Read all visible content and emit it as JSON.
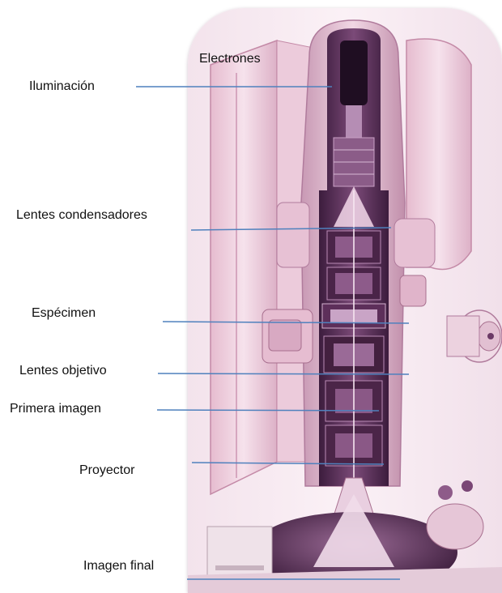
{
  "labels": {
    "electrones": "Electrones",
    "iluminacion": "Iluminación",
    "lentes_condensadores": "Lentes condensadores",
    "especimen": "Espécimen",
    "lentes_objetivo": "Lentes objetivo",
    "primera_imagen": "Primera imagen",
    "proyector": "Proyector",
    "imagen_final": "Imagen final"
  },
  "colors": {
    "leader_line": "#4f81bd",
    "column_dark": "#5a2a57",
    "column_light": "#f1d7e4",
    "text": "#111111"
  }
}
